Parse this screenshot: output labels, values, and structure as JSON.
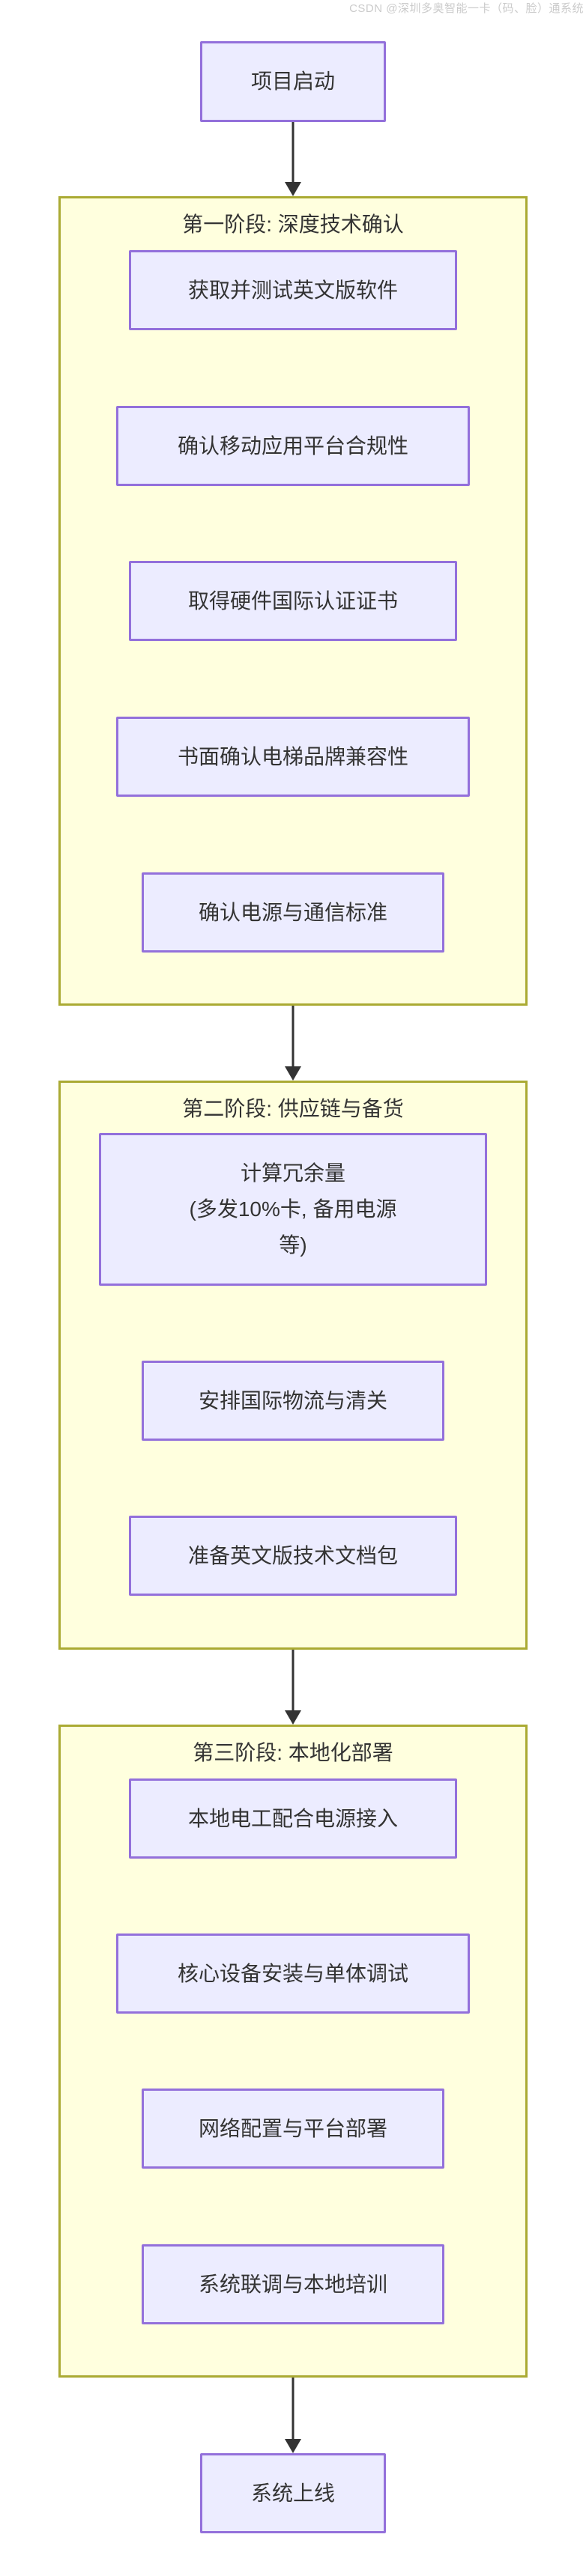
{
  "diagram_type": "flowchart-top-down",
  "start": "项目启动",
  "end": "系统上线",
  "phases": [
    {
      "title": "第一阶段: 深度技术确认",
      "steps": [
        "获取并测试英文版软件",
        "确认移动应用平台合规性",
        "取得硬件国际认证证书",
        "书面确认电梯品牌兼容性",
        "确认电源与通信标准"
      ]
    },
    {
      "title": "第二阶段: 供应链与备货",
      "steps": [
        "计算冗余量\n(多发10%卡, 备用电源\n等)",
        "安排国际物流与清关",
        "准备英文版技术文档包"
      ]
    },
    {
      "title": "第三阶段: 本地化部署",
      "steps": [
        "本地电工配合电源接入",
        "核心设备安装与单体调试",
        "网络配置与平台部署",
        "系统联调与本地培训"
      ]
    }
  ],
  "watermark": "CSDN @深圳多奥智能一卡（码、脸）通系统",
  "colors": {
    "node_fill": "#ECECFF",
    "node_border": "#9370DB",
    "cluster_fill": "#FFFFDE",
    "cluster_border": "#AAAA33",
    "text": "#333333",
    "arrow": "#333333",
    "watermark": "#CBCBCB",
    "background": "#FFFFFF"
  }
}
